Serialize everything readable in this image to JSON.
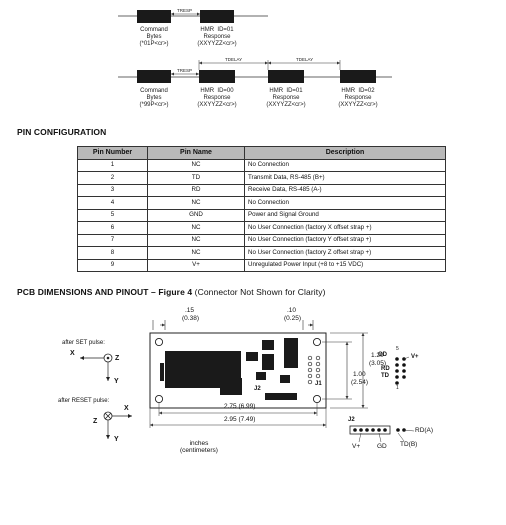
{
  "timing_top": {
    "command_label": "Command\nBytes\n(*01P<cr>)",
    "response_label": "HMR  ID=01\nResponse\n(XXYYZZ<cr>)",
    "tresp": "TRESP"
  },
  "timing_bottom": {
    "command_label": "Command\nBytes\n(*99P<cr>)",
    "tresp": "TRESP",
    "tdelay_1": "TDELAY",
    "tdelay_2": "TDELAY",
    "response_1": "HMR  ID=00\nResponse\n(XXYYZZ<cr>)",
    "response_2": "HMR  ID=01\nResponse\n(XXYYZZ<cr>)",
    "response_3": "HMR  ID=02\nResponse\n(XXYYZZ<cr>)"
  },
  "pin_config": {
    "title": "PIN CONFIGURATION",
    "headers": [
      "Pin Number",
      "Pin Name",
      "Description"
    ],
    "rows": [
      [
        "1",
        "NC",
        "No Connection"
      ],
      [
        "2",
        "TD",
        "Transmit Data, RS-485 (B+)"
      ],
      [
        "3",
        "RD",
        "Receive Data, RS-485 (A-)"
      ],
      [
        "4",
        "NC",
        "No Connection"
      ],
      [
        "5",
        "GND",
        "Power and Signal Ground"
      ],
      [
        "6",
        "NC",
        "No User Connection (factory X offset strap +)"
      ],
      [
        "7",
        "NC",
        "No User Connection (factory Y offset strap +)"
      ],
      [
        "8",
        "NC",
        "No User Connection (factory Z offset strap +)"
      ],
      [
        "9",
        "V+",
        "Unregulated Power Input (+8 to +15 VDC)"
      ]
    ]
  },
  "pcb": {
    "title": "PCB DIMENSIONS AND PINOUT – Figure 4",
    "title_sub": " (Connector Not Shown for Clarity)",
    "after_set": "after SET pulse:",
    "after_reset": "after RESET pulse:",
    "axis_x": "X",
    "axis_y": "Y",
    "axis_z": "Z",
    "dim_015": ".15",
    "dim_038": "(0.38)",
    "dim_010": ".10",
    "dim_025": "(0.25)",
    "dim_120": "1.20",
    "dim_305": "(3.05)",
    "dim_100": "1.00",
    "dim_254": "(2.54)",
    "dim_275": "2.75 (6.99)",
    "dim_295": "2.95 (7.49)",
    "units": "inches\n(centimeters)",
    "j1": "J1",
    "j2": "J2",
    "j2_right": "J2",
    "pin_gd": "GD",
    "pin_vplus": "V+",
    "pin_rd": "RD",
    "pin_td": "TD",
    "pin_5": "5",
    "pin_1": "1",
    "j2_vplus": "V+",
    "j2_gd": "GD",
    "j2_rd": "RD(A)",
    "j2_td": "TD(B)"
  }
}
